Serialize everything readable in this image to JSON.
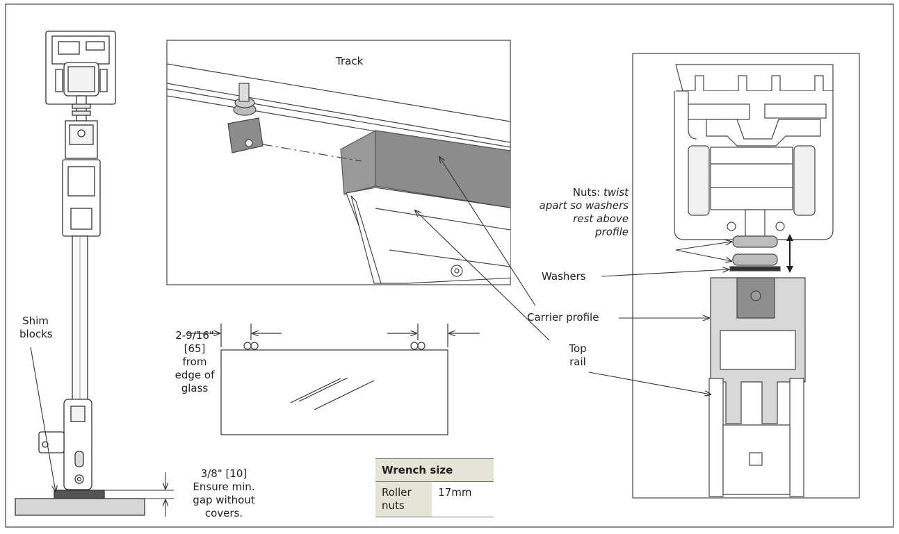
{
  "labels": {
    "track": "Track",
    "shim_blocks": [
      "Shim",
      "blocks"
    ],
    "dimension_edge": [
      "2-9/16\"",
      "[65]",
      "from",
      "edge of",
      "glass"
    ],
    "gap_note": [
      "3/8\" [10]",
      "Ensure min.",
      "gap without",
      "covers."
    ],
    "nuts_prefix": "Nuts: ",
    "nuts_italic": [
      "twist",
      "apart so washers",
      "rest above",
      "profile"
    ],
    "washers": "Washers",
    "carrier_profile": "Carrier profile",
    "top_rail": [
      "Top",
      "rail"
    ]
  },
  "wrench_table": {
    "header": "Wrench size",
    "row_label": [
      "Roller",
      "nuts"
    ],
    "row_value": "17mm"
  },
  "colors": {
    "line": "#333333",
    "profile_fill": "#d8d8d8",
    "dark_fill": "#7a7a7a",
    "table_fill": "#e6e4d6"
  }
}
